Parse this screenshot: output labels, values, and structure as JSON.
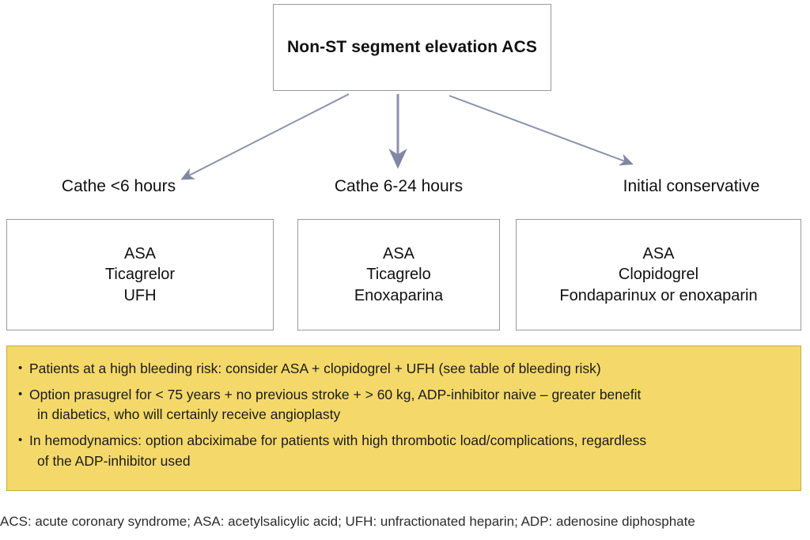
{
  "figure": {
    "type": "flowchart",
    "title_node": "Non-ST segment elevation ACS",
    "colors": {
      "box_border": "#9a9a9a",
      "arrow": "#8A92AD",
      "notes_background": "#F4D96A",
      "notes_border": "#C9A93C",
      "text": "#111111"
    }
  },
  "root": {
    "label": "Non-ST segment elevation ACS"
  },
  "branches": [
    {
      "label": "Cathe <6 hours"
    },
    {
      "label": "Cathe 6-24 hours"
    },
    {
      "label": "Initial conservative"
    }
  ],
  "treatments": [
    {
      "line1": "ASA",
      "line2": "Ticagrelor",
      "line3": "UFH"
    },
    {
      "line1": "ASA",
      "line2": "Ticagrelo",
      "line3": "Enoxaparina"
    },
    {
      "line1": "ASA",
      "line2": "Clopidogrel",
      "line3": "Fondaparinux or enoxaparin"
    }
  ],
  "notes": {
    "bullet_glyph": "•",
    "items": [
      {
        "line1": "Patients at a high bleeding risk: consider ASA + clopidogrel + UFH (see table of bleeding risk)",
        "line2": ""
      },
      {
        "line1": "Option prasugrel for < 75 years + no previous stroke + > 60 kg, ADP-inhibitor naive – greater benefit",
        "line2": "in diabetics, who will certainly receive angioplasty"
      },
      {
        "line1": "In hemodynamics: option abciximabe for patients with high thrombotic load/complications, regardless",
        "line2": "of the ADP-inhibitor used"
      }
    ]
  },
  "footnote": {
    "text": "ACS: acute coronary syndrome; ASA: acetylsalicylic acid; UFH: unfractionated heparin; ADP: adenosine diphosphate"
  }
}
